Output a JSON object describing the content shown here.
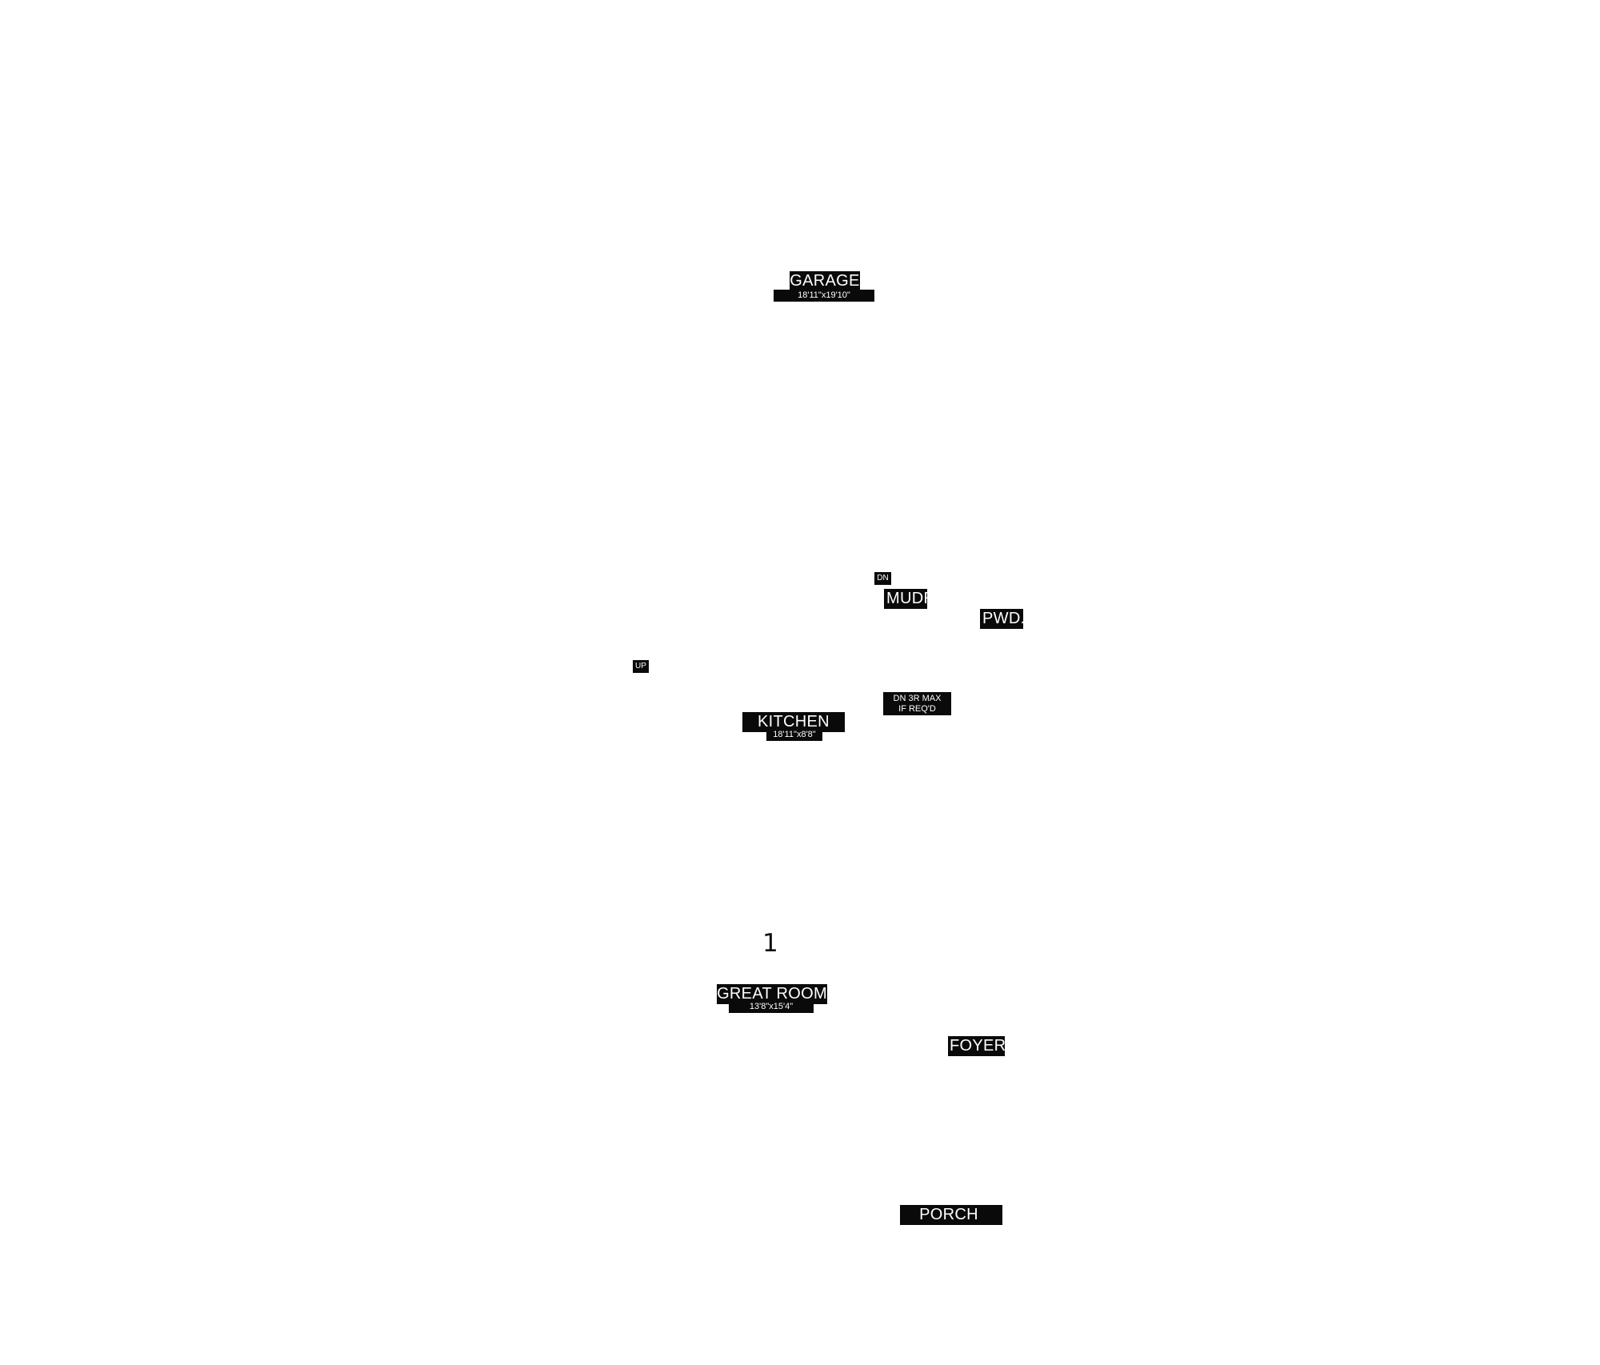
{
  "rooms": {
    "garage": {
      "name": "GARAGE",
      "dims": "18'11\"x19'10\""
    },
    "kitchen": {
      "name": "KITCHEN",
      "dims": "18'11\"x8'8\""
    },
    "great_room": {
      "name": "GREAT ROOM",
      "dims": "13'8\"x15'4\""
    },
    "mudroom": {
      "name": "MUDR"
    },
    "powder": {
      "name": "PWD."
    },
    "foyer": {
      "name": "FOYER"
    },
    "porch": {
      "name": "PORCH"
    }
  },
  "stairs": {
    "down": "DN",
    "up": "UP",
    "note_line1": "DN 3R MAX",
    "note_line2": "IF REQ'D"
  },
  "level_marker": "1",
  "colors": {
    "label_bg": "#0a0a0a",
    "label_text": "#ffffff",
    "background": "#ffffff"
  }
}
